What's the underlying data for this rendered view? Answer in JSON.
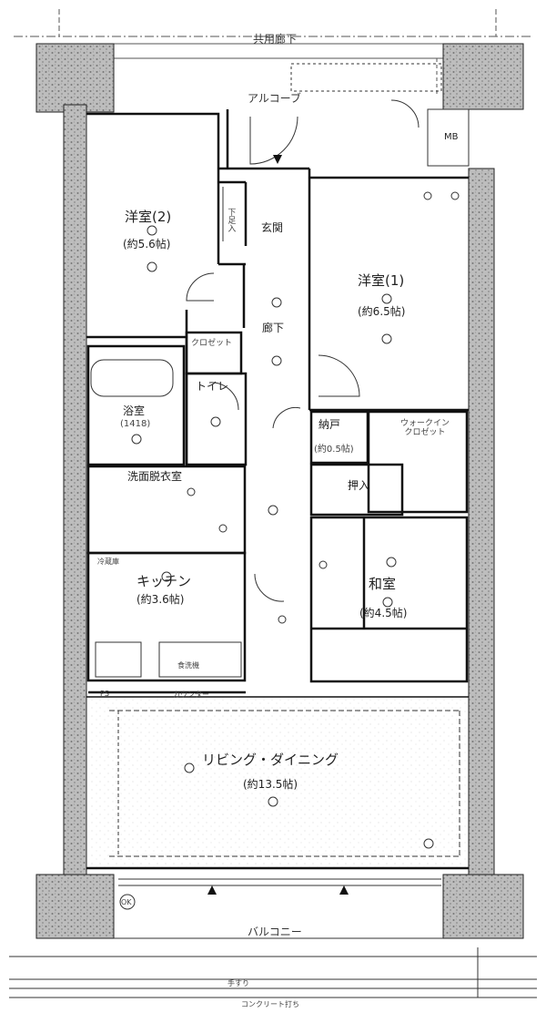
{
  "outside": {
    "corridor": "共用廊下",
    "alcove": "アルコーブ",
    "balcony": "バルコニー",
    "bottom_note": "コンクリート打ち",
    "fence_note": "手すり"
  },
  "rooms": {
    "western2": {
      "name": "洋室(2)",
      "size": "(約5.6帖)"
    },
    "western1": {
      "name": "洋室(1)",
      "size": "(約6.5帖)"
    },
    "entrance": {
      "name": "玄関"
    },
    "hallway": {
      "name": "廊下"
    },
    "closet": {
      "name": "クロゼット"
    },
    "bath": {
      "name": "浴室",
      "size": "(1418)"
    },
    "toilet": {
      "name": "トイレ"
    },
    "storage": {
      "name": "納戸",
      "size": "(約0.5帖)"
    },
    "walkin": {
      "name": "ウォークイン\nクロゼット"
    },
    "oshiire": {
      "name": "押入"
    },
    "washroom": {
      "name": "洗面脱衣室"
    },
    "kitchen": {
      "name": "キッチン",
      "size": "(約3.6帖)"
    },
    "washitsu": {
      "name": "和室",
      "size": "(約4.5帖)"
    },
    "living": {
      "name": "リビング・ダイニング",
      "size": "(約13.5帖)"
    }
  },
  "fixtures": {
    "mb": "MB",
    "shoe_box": "下足入",
    "counter": "カウンター",
    "dishwasher": "食洗機",
    "refrigerator": "冷蔵庫",
    "pipe_space": "PS",
    "ok": "OK"
  }
}
